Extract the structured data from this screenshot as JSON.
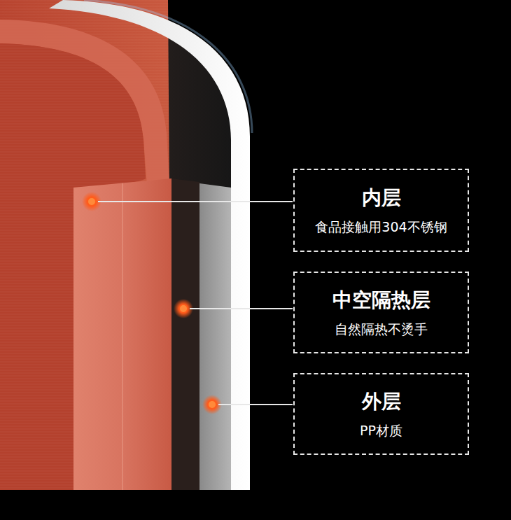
{
  "diagram": {
    "nodes": [
      {
        "text": [
          "内层",
          "食品接触用304不锈钢"
        ]
      },
      {
        "text": [
          "中空隔热层",
          "自然隔热不烫手"
        ]
      },
      {
        "text": [
          "外层",
          "PP材质"
        ]
      }
    ]
  }
}
